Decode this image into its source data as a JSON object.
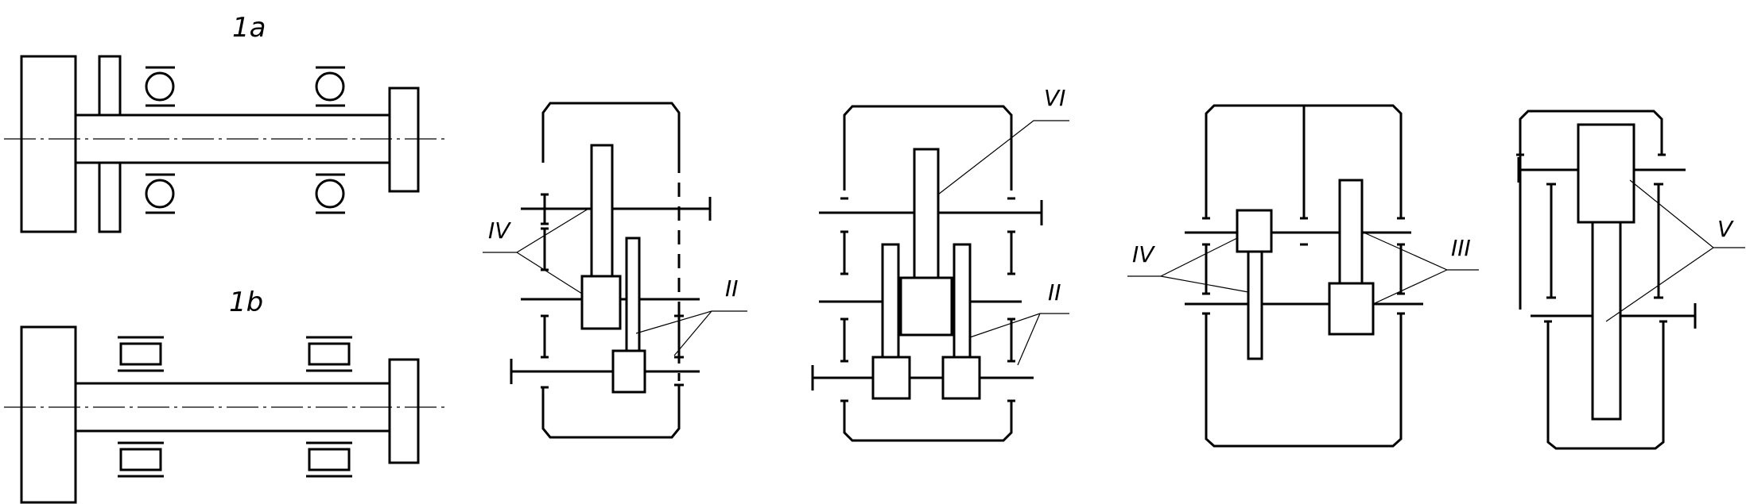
{
  "labels": {
    "shaft_a": "1a",
    "shaft_b": "1b",
    "g1_left": "IV",
    "g1_right": "II",
    "g2_top": "VI",
    "g2_right": "II",
    "g3_left": "IV",
    "g3_right": "III",
    "g4_right": "V"
  }
}
